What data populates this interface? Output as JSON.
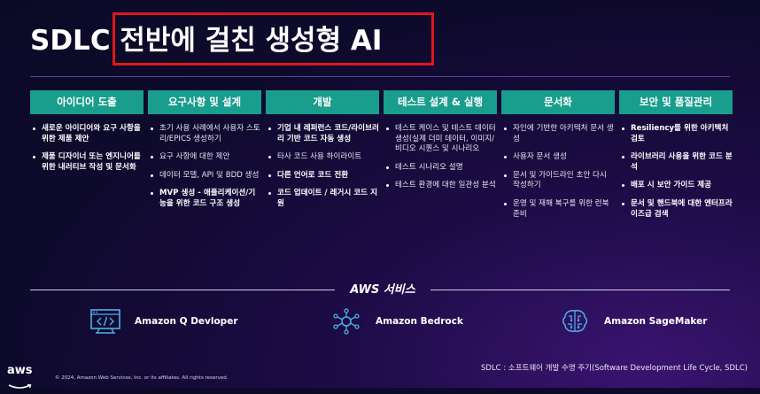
{
  "title": "SDLC 전반에 걸친 생성형 AI",
  "columns": [
    {
      "header": "아이디어 도출",
      "items": [
        {
          "text": "새로운 아이디어와 요구 사항을 위한 제품 제안",
          "bold": true
        },
        {
          "text": "제품 디자이너 또는 엔지니어를 위한 내러티브 작성 및 문서화",
          "bold": true
        }
      ]
    },
    {
      "header": "요구사항 및 설계",
      "items": [
        {
          "text": "초기 사용 사례에서 사용자 스토리/EPICS 생성하기",
          "bold": false
        },
        {
          "text": "요구 사항에 대한 제안",
          "bold": false
        },
        {
          "text": "데이터 모델, API 및 BDD 생성",
          "bold": false
        },
        {
          "text": "MVP 생성 - 애플리케이션/기능을 위한 코드 구조 생성",
          "bold": true
        }
      ]
    },
    {
      "header": "개발",
      "items": [
        {
          "text": "기업 내 레퍼런스 코드/라이브러리 기반 코드 자동 생성",
          "bold": true
        },
        {
          "text": "타사 코드 사용 하이라이트",
          "bold": false
        },
        {
          "text": "다른 언어로 코드 전환",
          "bold": true
        },
        {
          "text": "코드 업데이트 / 레거시 코드 지원",
          "bold": true
        }
      ]
    },
    {
      "header": "테스트 설계 & 실행",
      "items": [
        {
          "text": "테스트 케이스 및 테스트 데이터 생성(실제 더미 데이터, 이미지/비디오 시퀀스 및 시나리오",
          "bold": false
        },
        {
          "text": "테스트 시나리오 설명",
          "bold": false
        },
        {
          "text": "테스트 환경에 대한 일관성 분석",
          "bold": false
        }
      ]
    },
    {
      "header": "문서화",
      "items": [
        {
          "text": "자인에 기반한 아키텍처 문서 생성",
          "bold": false
        },
        {
          "text": "사용자 문서 생성",
          "bold": false
        },
        {
          "text": "문서 및 가이드라인 초안 다시 작성하기",
          "bold": false
        },
        {
          "text": "운영 및 재해 복구를 위한 런북 준비",
          "bold": false
        }
      ]
    },
    {
      "header": "보안 및 품질관리",
      "items": [
        {
          "text": "Resiliency를 위한 아키텍처 검토",
          "bold": true
        },
        {
          "text": "라이브러리 사용을 위한 코드 분석",
          "bold": true
        },
        {
          "text": "배포 시 보안 가이드 제공",
          "bold": true
        },
        {
          "text": "문서 및 핸드북에 대한 엔터프라이즈급 검색",
          "bold": true
        }
      ]
    }
  ],
  "services_label": "AWS 서비스",
  "services": [
    {
      "name": "Amazon Q Devloper",
      "icon": "code-window-icon"
    },
    {
      "name": "Amazon Bedrock",
      "icon": "brain-network-icon"
    },
    {
      "name": "Amazon SageMaker",
      "icon": "brain-circuit-icon"
    }
  ],
  "colors": {
    "header_bg": "#199d8d",
    "highlight_box": "#e0161b"
  },
  "aws_logo_text": "aws",
  "copyright": "© 2024, Amazon Web Services, Inc. or its affiliates. All rights reserved.",
  "footnote": "SDLC : 소프트웨어 개발 수명 주기(Software Development Life Cycle, SDLC)"
}
